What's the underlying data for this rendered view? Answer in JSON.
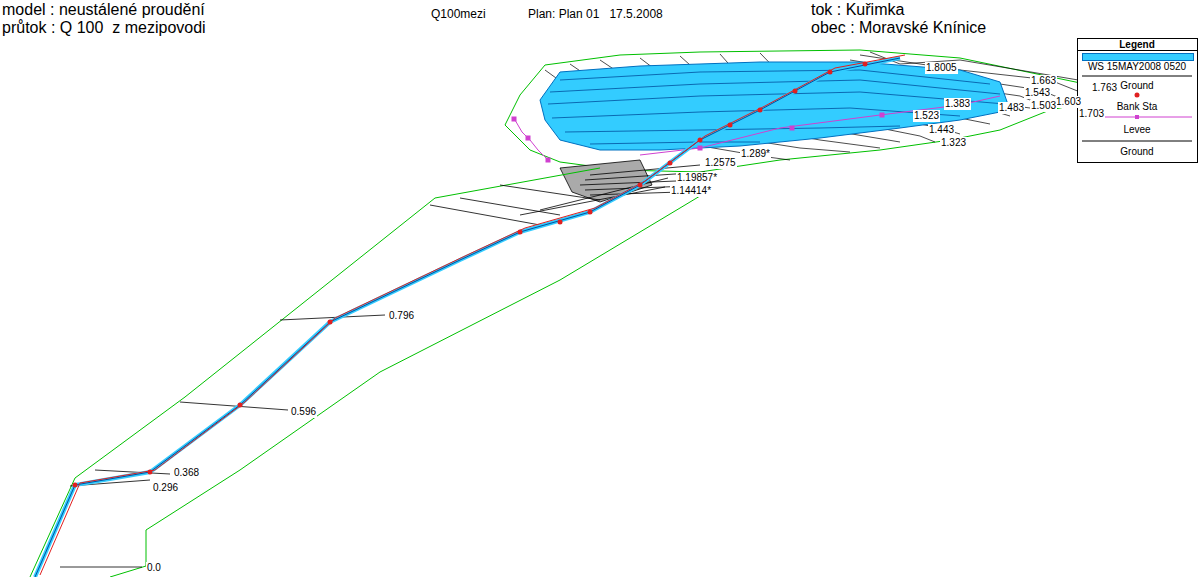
{
  "diagram": {
    "labels": [
      "model : neustálené proudění",
      "průtok : Q 100  z mezipovodi",
      "Q100mezi",
      "Plan: Plan 01   17.5.2008",
      "tok : Kuřimka",
      "obec : Moravské Knínice",
      "Legend",
      "1.8005",
      "1.763",
      "1.603",
      "1.703",
      "1.663",
      "1.543",
      "1.503",
      "1.483",
      "1.523",
      "1.383",
      "1.443",
      "1.323",
      "1.289*",
      "1.2575",
      "1.19857*",
      "1.14414*",
      "0.796",
      "0.596",
      "0.368",
      "0.296",
      "0.0"
    ],
    "legend": [
      {
        "text": "WS 15MAY2008 0520",
        "color": "#33ccff"
      },
      {
        "text": "Ground"
      },
      {
        "text": "Bank Sta"
      },
      {
        "text": "Levee"
      },
      {
        "text": "Ground"
      }
    ]
  }
}
